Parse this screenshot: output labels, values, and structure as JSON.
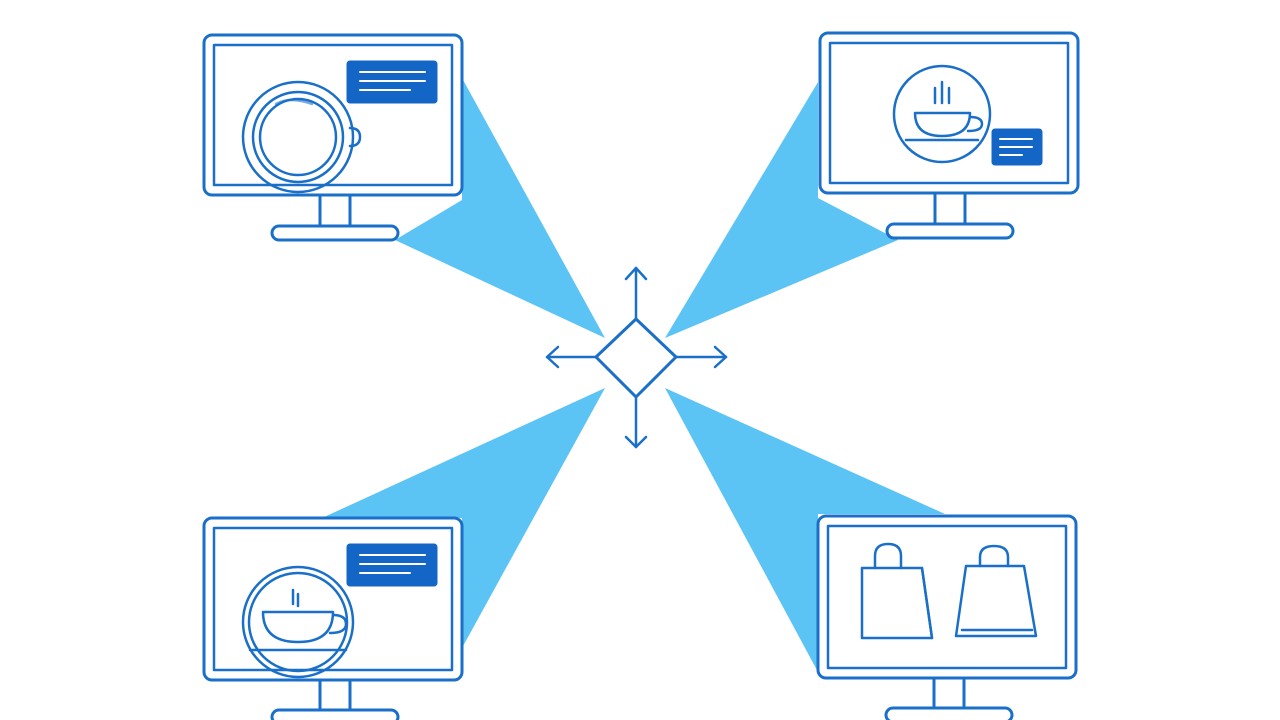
{
  "colors": {
    "background": "#ffffff",
    "line": "#1a6fc9",
    "beam": "#5cc3f5",
    "label_fill": "#1466c6",
    "label_text_lines": "#ffffff"
  },
  "hub": {
    "shape": "diamond",
    "arrow_directions": [
      "up",
      "down",
      "left",
      "right"
    ],
    "icon": "diamond-arrows-icon"
  },
  "monitors": [
    {
      "id": "top-left",
      "content_icons": [
        "coffee-cup-top-view-icon",
        "label-card-icon"
      ]
    },
    {
      "id": "top-right",
      "content_icons": [
        "coffee-cup-steam-icon",
        "label-card-icon"
      ]
    },
    {
      "id": "bottom-left",
      "content_icons": [
        "coffee-cup-steam-icon",
        "label-card-icon"
      ]
    },
    {
      "id": "bottom-right",
      "content_icons": [
        "shopping-bag-icon",
        "shopping-bag-icon"
      ]
    }
  ]
}
